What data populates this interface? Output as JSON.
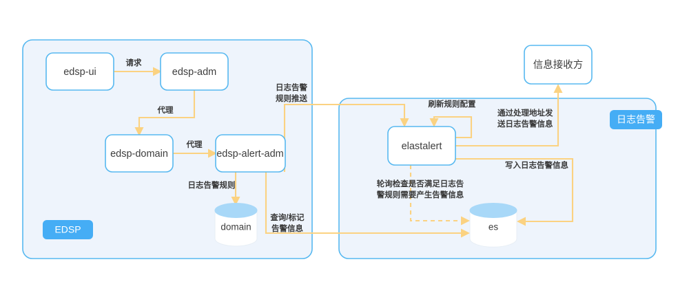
{
  "diagram": {
    "title": "",
    "colors": {
      "panel_fill": "#eef4fc",
      "panel_border": "#56b8f0",
      "node_fill": "#ffffff",
      "node_border": "#56b8f0",
      "flow_line": "#fbd281",
      "badge_blue": "#45adf5",
      "cylinder_top": "#a8d8f8",
      "text": "#3d3d3d"
    },
    "panels": [
      {
        "id": "edsp",
        "badge": "EDSP"
      },
      {
        "id": "log-alert",
        "badge": "日志告警"
      }
    ],
    "nodes": [
      {
        "id": "edsp-ui",
        "label": "edsp-ui"
      },
      {
        "id": "edsp-adm",
        "label": "edsp-adm"
      },
      {
        "id": "edsp-domain",
        "label": "edsp-domain"
      },
      {
        "id": "edsp-alert-adm",
        "label": "edsp-alert-adm"
      },
      {
        "id": "elastalert",
        "label": "elastalert"
      },
      {
        "id": "receiver",
        "label": "信息接收方"
      }
    ],
    "datastores": [
      {
        "id": "domain",
        "label": "domain"
      },
      {
        "id": "es",
        "label": "es"
      }
    ],
    "edges": [
      {
        "id": "ui-to-adm",
        "label": "请求",
        "from": "edsp-ui",
        "to": "edsp-adm",
        "style": "solid"
      },
      {
        "id": "adm-to-domain",
        "label": "代理",
        "from": "edsp-adm",
        "to": "edsp-domain",
        "style": "solid"
      },
      {
        "id": "domain-to-alertadm",
        "label": "代理",
        "from": "edsp-domain",
        "to": "edsp-alert-adm",
        "style": "solid"
      },
      {
        "id": "alertadm-to-domaindb",
        "label_line1": "日志告警规则",
        "from": "edsp-alert-adm",
        "to": "domain",
        "style": "solid"
      },
      {
        "id": "alertadm-to-elastalert",
        "label_line1": "日志告警",
        "label_line2": "规则推送",
        "from": "edsp-alert-adm",
        "to": "elastalert",
        "style": "solid"
      },
      {
        "id": "elastalert-self",
        "label": "刷新规则配置",
        "from": "elastalert",
        "to": "elastalert",
        "style": "solid"
      },
      {
        "id": "elastalert-to-receiver",
        "label_line1": "通过处理地址发",
        "label_line2": "送日志告警信息",
        "from": "elastalert",
        "to": "receiver",
        "style": "solid"
      },
      {
        "id": "elastalert-to-es",
        "label_line1": "写入日志告警信息",
        "from": "elastalert",
        "to": "es",
        "style": "solid"
      },
      {
        "id": "elastalert-poll-es",
        "label_line1": "轮询检查是否满足日志告",
        "label_line2": "警规则需要产生告警信息",
        "from": "elastalert",
        "to": "es",
        "style": "dashed"
      },
      {
        "id": "alertadm-query-es",
        "label_line1": "查询/标记",
        "label_line2": "告警信息",
        "from": "edsp-alert-adm",
        "to": "es",
        "style": "solid"
      }
    ]
  }
}
